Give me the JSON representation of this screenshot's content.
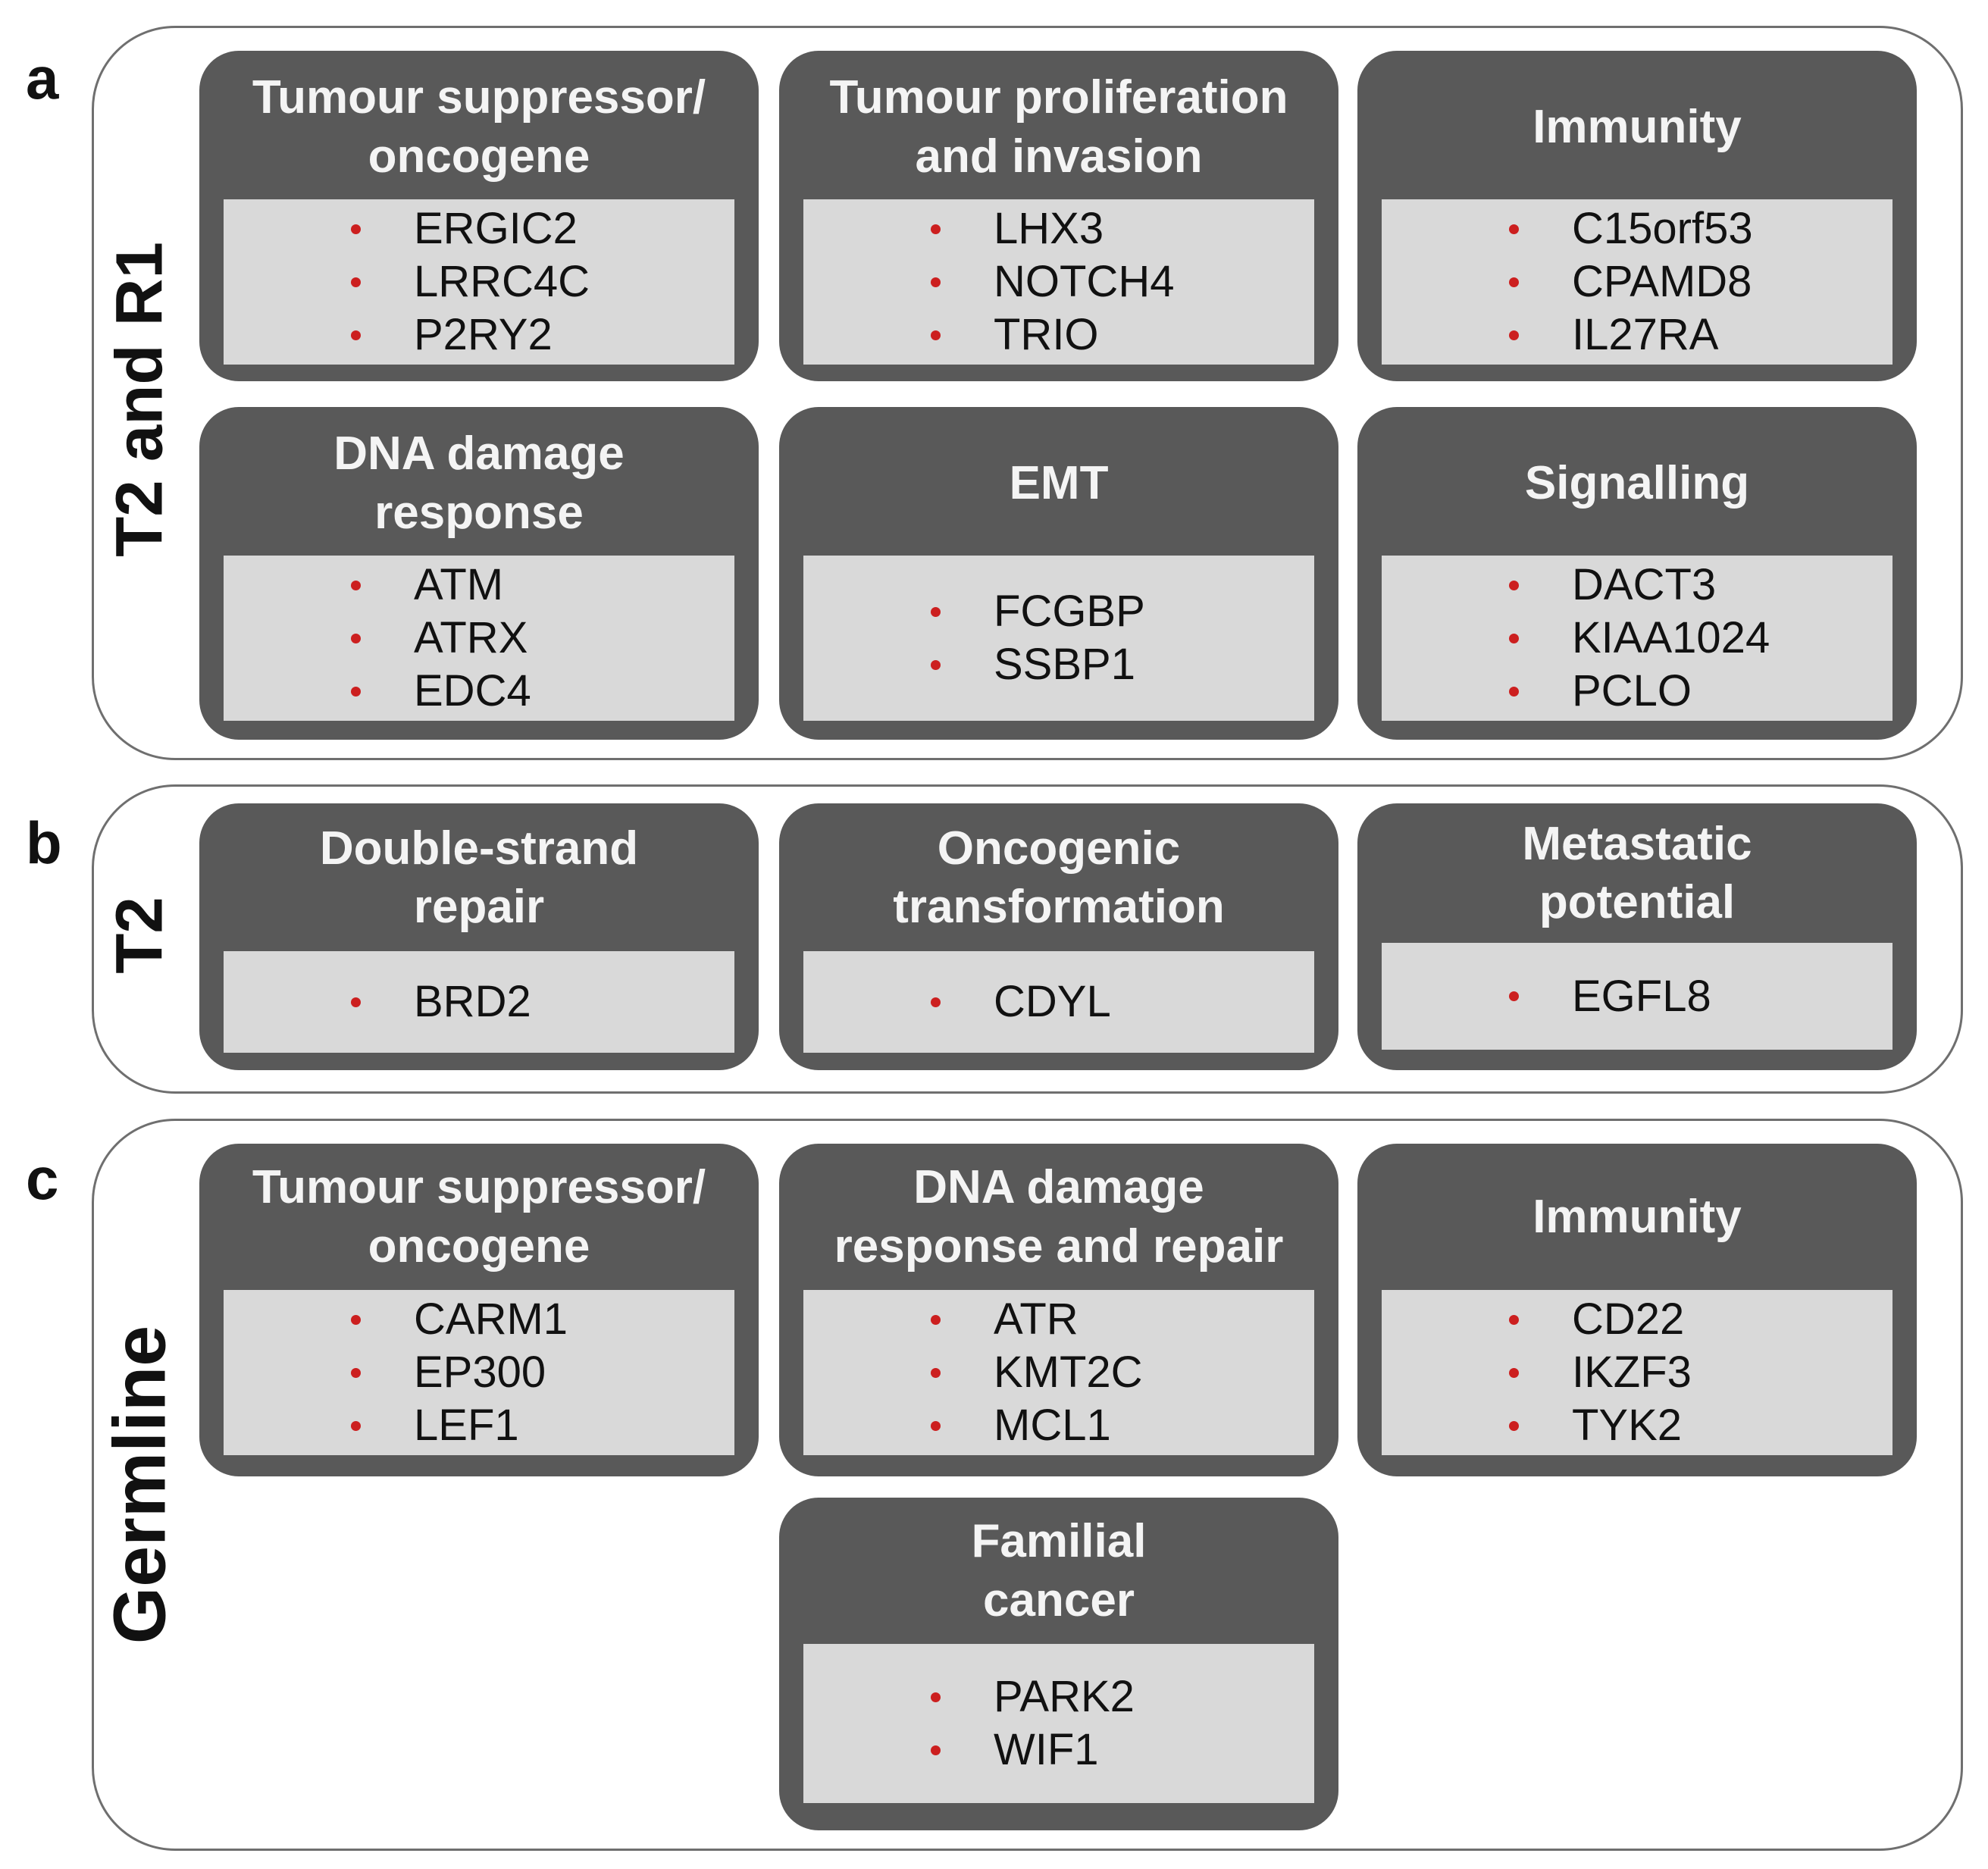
{
  "colors": {
    "box_fill": "#595959",
    "inner_fill": "#d9d9d9",
    "title_text": "#f4f4f4",
    "bullet": "#cc1f1f",
    "panel_border": "#6f6f6f"
  },
  "panels": [
    {
      "letter": "a",
      "label": "T2 and R1",
      "boxes": [
        {
          "title": [
            "Tumour suppressor/",
            "oncogene"
          ],
          "genes": [
            "ERGIC2",
            "LRRC4C",
            "P2RY2"
          ]
        },
        {
          "title": [
            "Tumour proliferation",
            "and invasion"
          ],
          "genes": [
            "LHX3",
            "NOTCH4",
            "TRIO"
          ]
        },
        {
          "title": [
            "Immunity"
          ],
          "genes": [
            "C15orf53",
            "CPAMD8",
            "IL27RA"
          ]
        },
        {
          "title": [
            "DNA damage",
            "response"
          ],
          "genes": [
            "ATM",
            "ATRX",
            "EDC4"
          ]
        },
        {
          "title": [
            "EMT"
          ],
          "genes": [
            "FCGBP",
            "SSBP1"
          ]
        },
        {
          "title": [
            "Signalling"
          ],
          "genes": [
            "DACT3",
            "KIAA1024",
            "PCLO"
          ]
        }
      ]
    },
    {
      "letter": "b",
      "label": "T2",
      "boxes": [
        {
          "title": [
            "Double-strand",
            "repair"
          ],
          "genes": [
            "BRD2"
          ]
        },
        {
          "title": [
            "Oncogenic",
            "transformation"
          ],
          "genes": [
            "CDYL"
          ]
        },
        {
          "title": [
            "Metastatic",
            "potential"
          ],
          "genes": [
            "EGFL8"
          ]
        }
      ]
    },
    {
      "letter": "c",
      "label": "Germline",
      "boxes": [
        {
          "title": [
            "Tumour suppressor/",
            "oncogene"
          ],
          "genes": [
            "CARM1",
            "EP300",
            "LEF1"
          ]
        },
        {
          "title": [
            "DNA damage",
            "response and repair"
          ],
          "genes": [
            "ATR",
            "KMT2C",
            "MCL1"
          ]
        },
        {
          "title": [
            "Immunity"
          ],
          "genes": [
            "CD22",
            "IKZF3",
            "TYK2"
          ]
        },
        {
          "title": [
            "Familial",
            "cancer"
          ],
          "genes": [
            "PARK2",
            "WIF1"
          ]
        }
      ]
    }
  ]
}
